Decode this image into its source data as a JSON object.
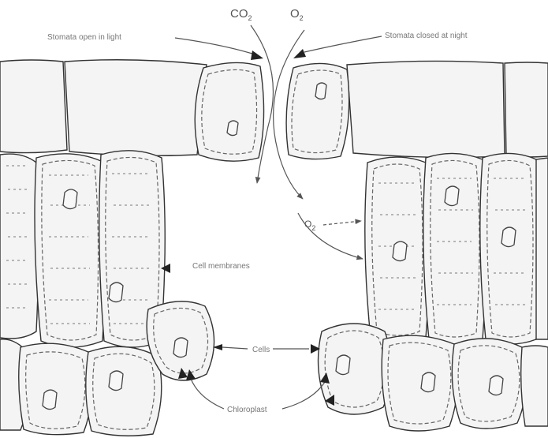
{
  "diagram": {
    "gases": {
      "co2": {
        "base": "CO",
        "sub": "2"
      },
      "o2_top": {
        "base": "O",
        "sub": "2"
      },
      "o2_mid": {
        "base": "O",
        "sub": "2"
      }
    },
    "labels": {
      "stomata_open": "Stomata open in light",
      "stomata_closed": "Stomata closed at night",
      "cell_membranes": "Cell membranes",
      "cells": "Cells",
      "chloroplast": "Chloroplast"
    }
  }
}
